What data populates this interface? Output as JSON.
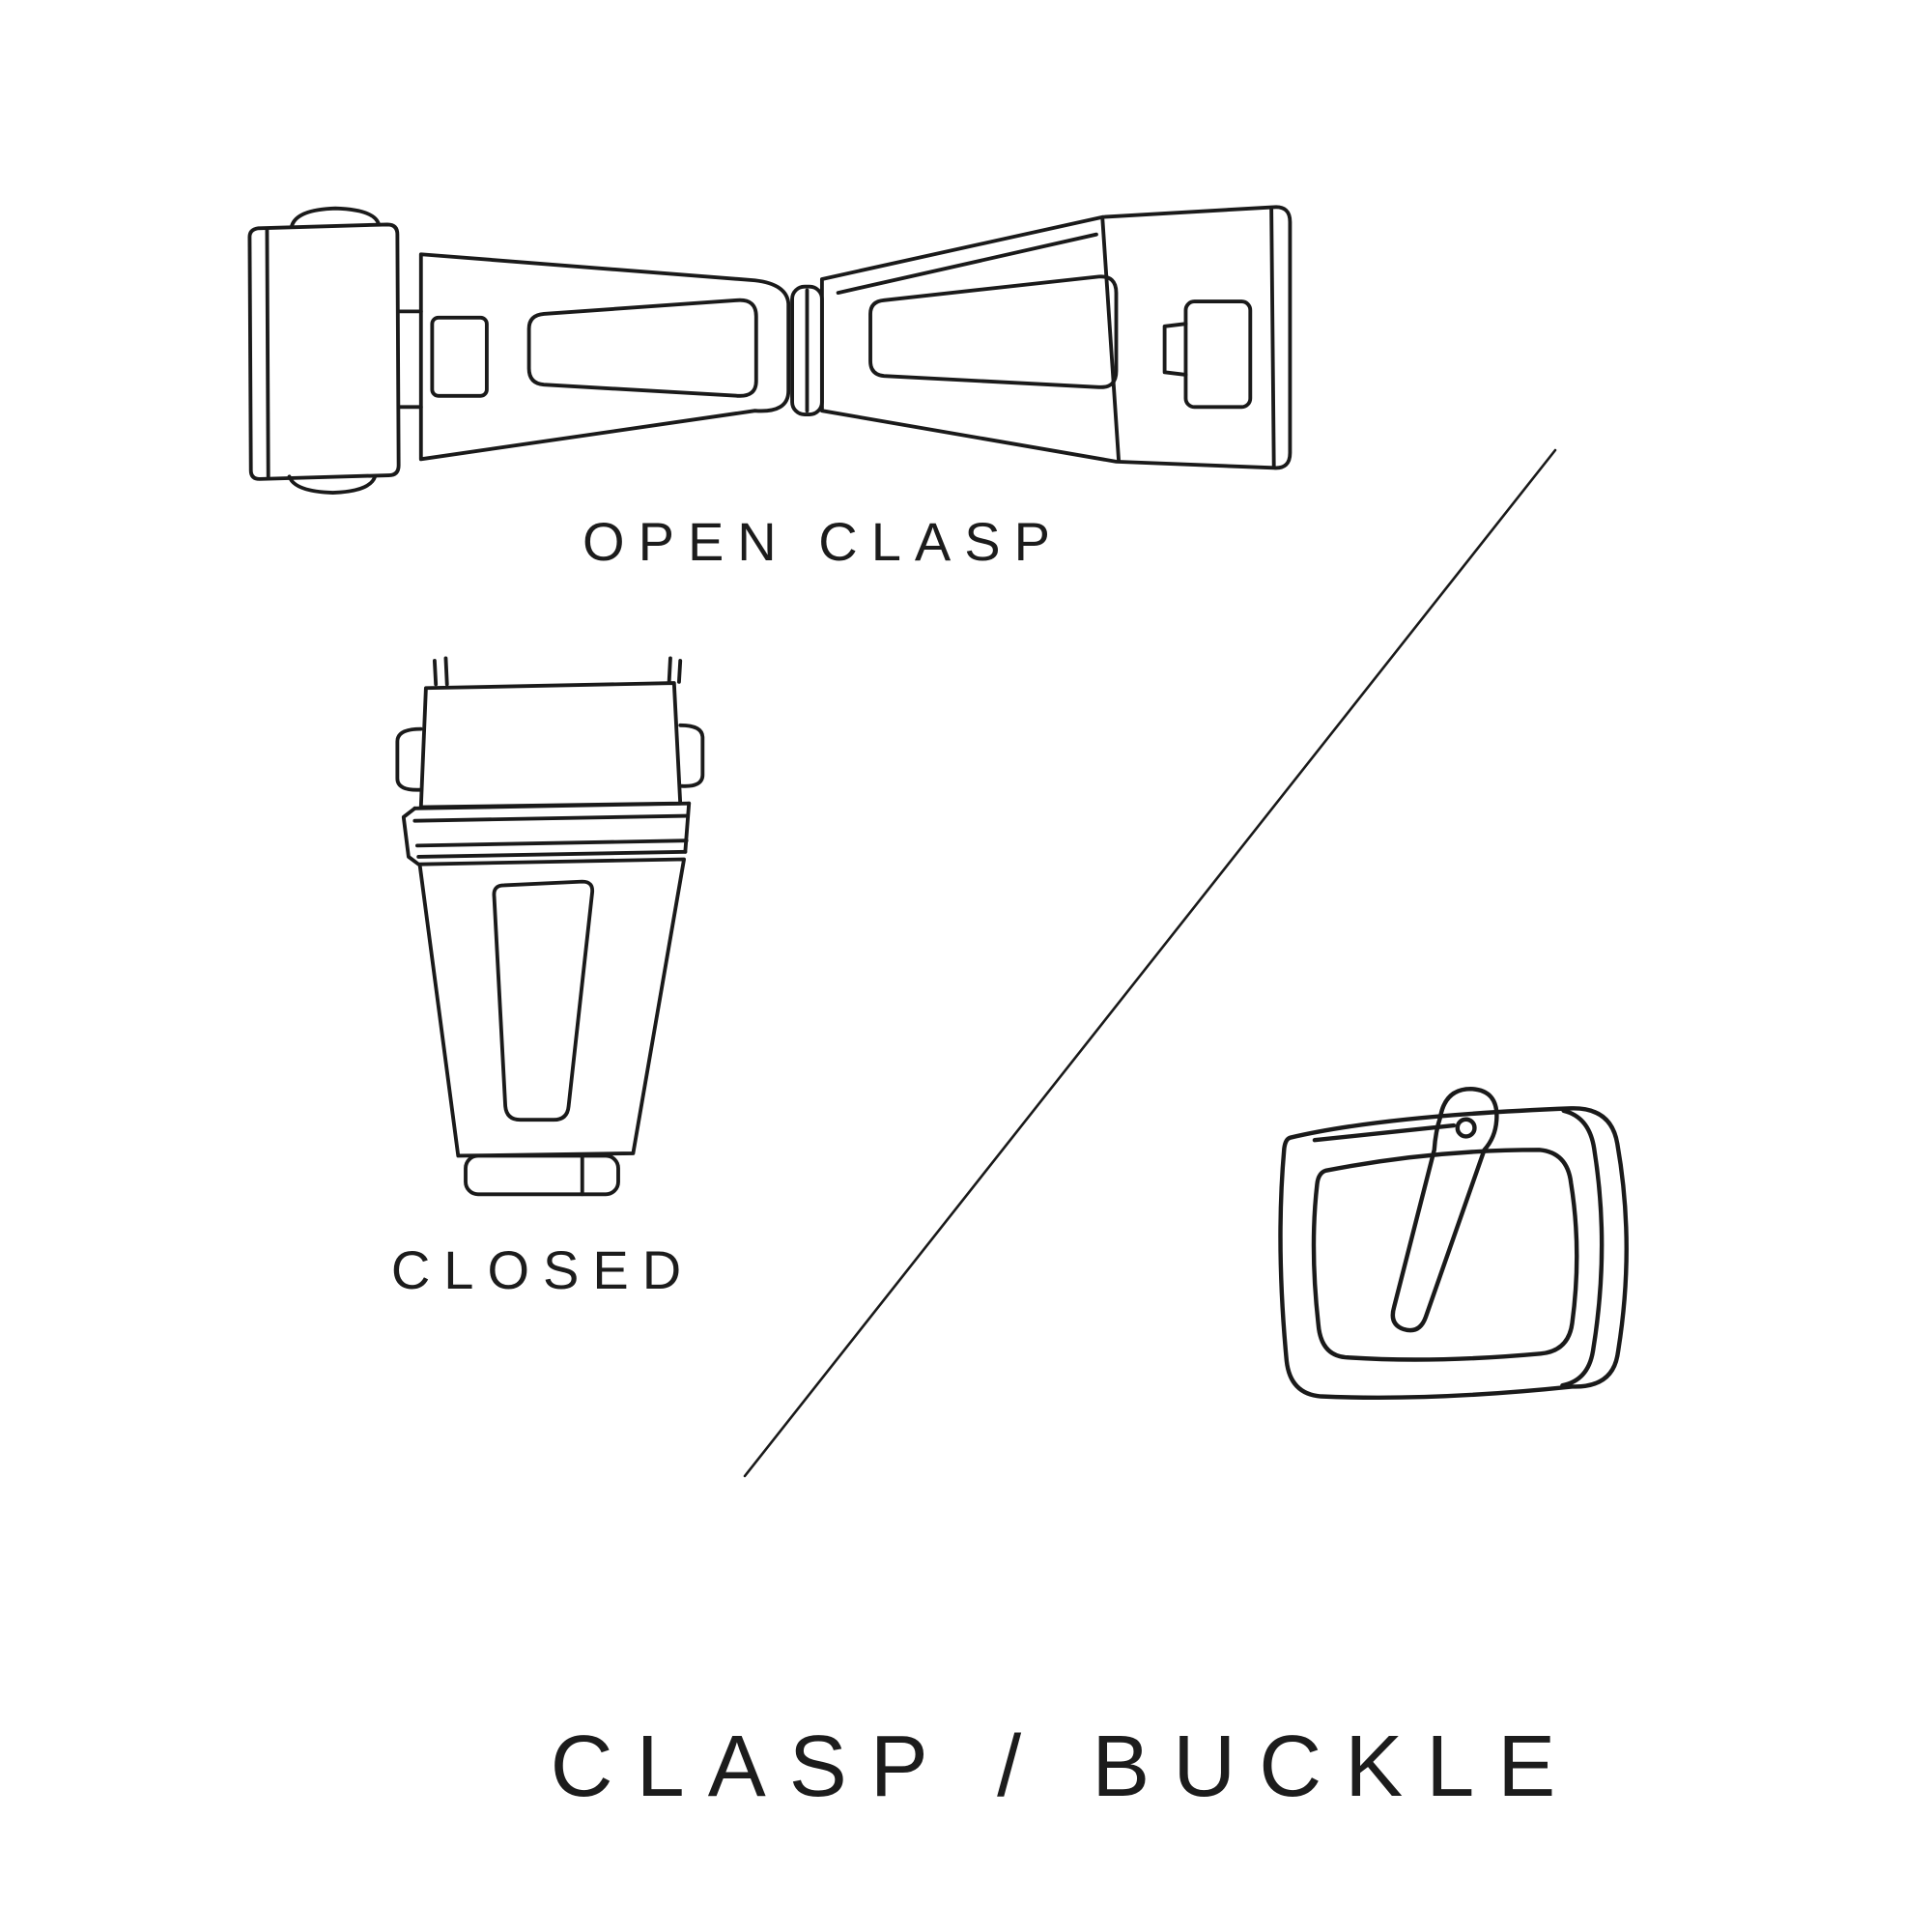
{
  "page": {
    "background_color": "#ffffff",
    "line_color": "#1a1a1a",
    "text_color": "#1c1c1c"
  },
  "diagram": {
    "title": "CLASP / BUCKLE",
    "illustrations": [
      {
        "name": "open-clasp",
        "label": "OPEN CLASP"
      },
      {
        "name": "closed-clasp",
        "label": "CLOSED"
      },
      {
        "name": "tang-buckle",
        "label": ""
      }
    ],
    "divider": {
      "name": "diagonal-divider-line"
    }
  }
}
